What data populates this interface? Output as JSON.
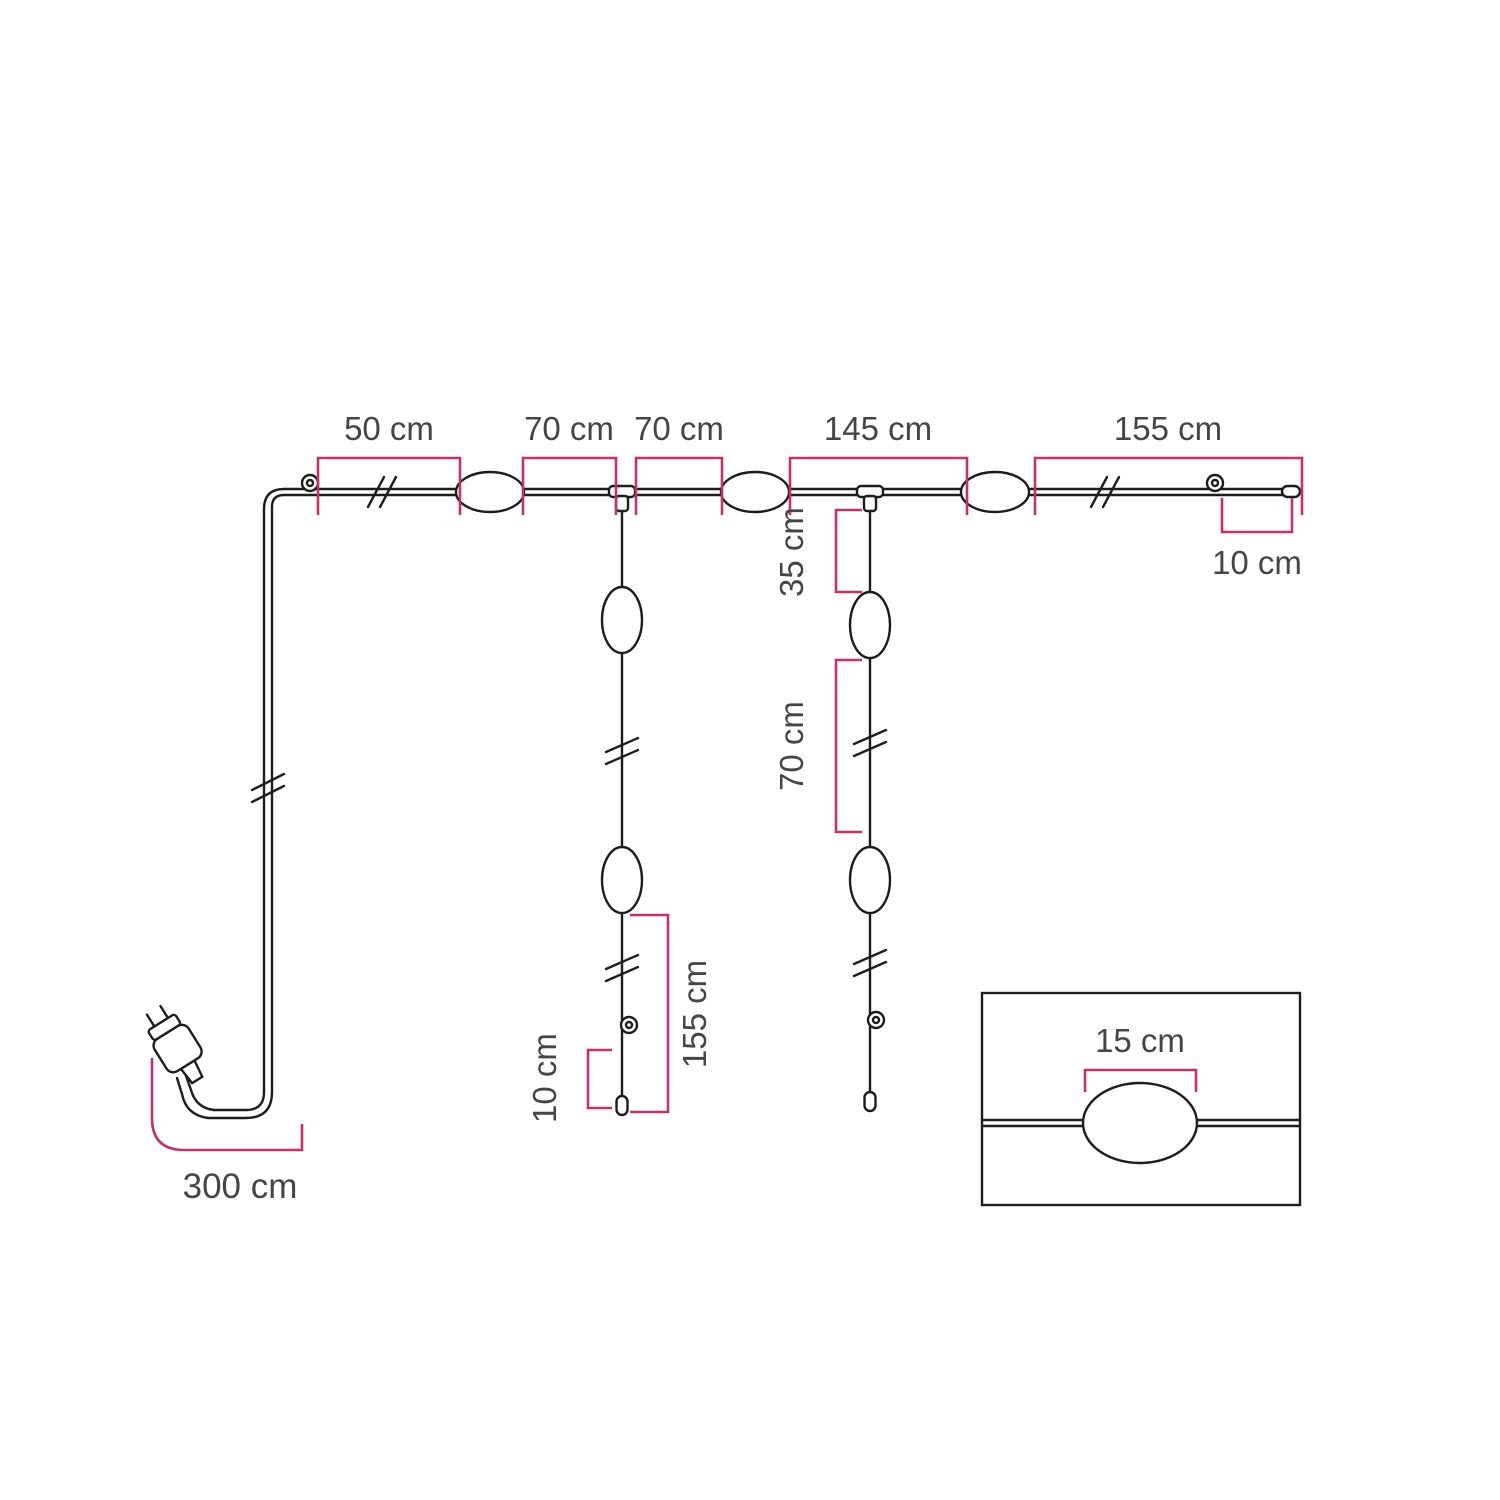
{
  "diagram": {
    "type": "string-light-dimension-diagram",
    "colors": {
      "cable": "#1d1d1b",
      "measurement": "#c62f67",
      "text": "#454545",
      "background": "#ffffff"
    },
    "measurements": {
      "top_run": [
        "50 cm",
        "70 cm",
        "70 cm",
        "145 cm",
        "155 cm"
      ],
      "top_run_end": "10 cm",
      "left_drop": {
        "length": "155 cm",
        "end": "10 cm"
      },
      "right_drop": {
        "upper": "35 cm",
        "lower": "70 cm"
      },
      "power_cord": "300 cm",
      "inset_lamp": "15 cm"
    }
  }
}
